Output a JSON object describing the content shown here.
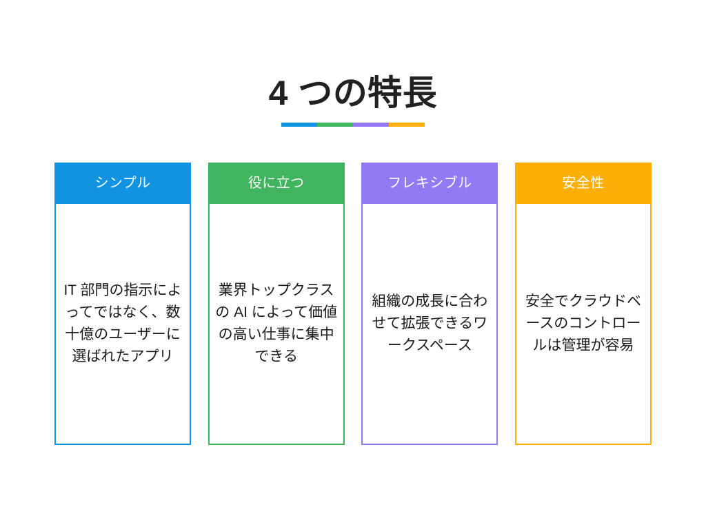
{
  "slide": {
    "background_color": "#ffffff",
    "title": "4 つの特長",
    "title_color": "#212121"
  },
  "accent_bar": {
    "segments": [
      {
        "name": "segment-blue",
        "color": "#1293E1"
      },
      {
        "name": "segment-green",
        "color": "#40B45E"
      },
      {
        "name": "segment-purple",
        "color": "#9479F5"
      },
      {
        "name": "segment-orange",
        "color": "#FCAE09"
      }
    ]
  },
  "cards": [
    {
      "id": "simple",
      "header": "シンプル",
      "body": "IT 部門の指示によってではなく、数十億のユーザーに選ばれたアプリ",
      "color": "#1293E1"
    },
    {
      "id": "useful",
      "header": "役に立つ",
      "body": "業界トップクラスの AI によって価値の高い仕事に集中できる",
      "color": "#40B45E"
    },
    {
      "id": "flexible",
      "header": "フレキシブル",
      "body": "組織の成長に合わせて拡張できるワークスペース",
      "color": "#9479F5"
    },
    {
      "id": "security",
      "header": "安全性",
      "body": "安全でクラウドベースのコントロールは管理が容易",
      "color": "#FCAE09"
    }
  ]
}
